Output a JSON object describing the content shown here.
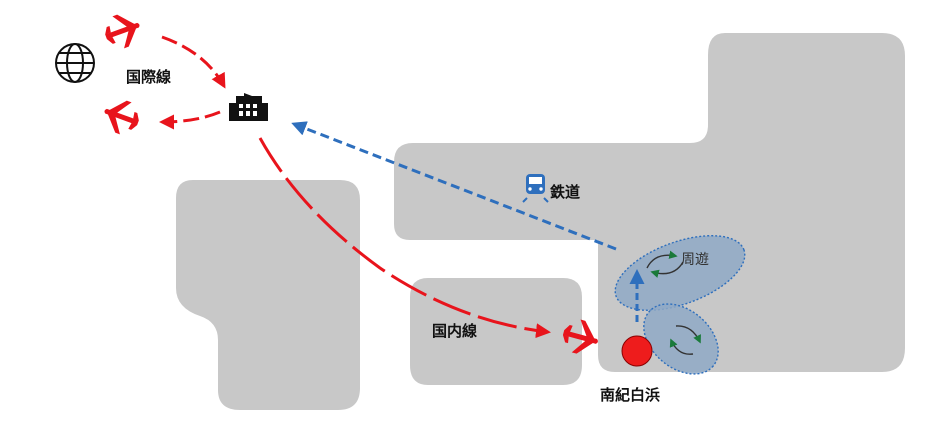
{
  "labels": {
    "international": "国際線",
    "railway": "鉄道",
    "domestic": "国内線",
    "tour": "周遊",
    "nanki_shirahama": "南紀白浜"
  },
  "colors": {
    "land": "#c8c8c8",
    "flight": "#e8141c",
    "rail": "#2e6fbd",
    "tour_zone": "#8fa9c6",
    "airport": "#ee1c1c"
  },
  "icons": {
    "globe": "globe-icon",
    "hub_building": "factory-building-icon",
    "train": "train-icon",
    "plane": "airplane-icon"
  }
}
